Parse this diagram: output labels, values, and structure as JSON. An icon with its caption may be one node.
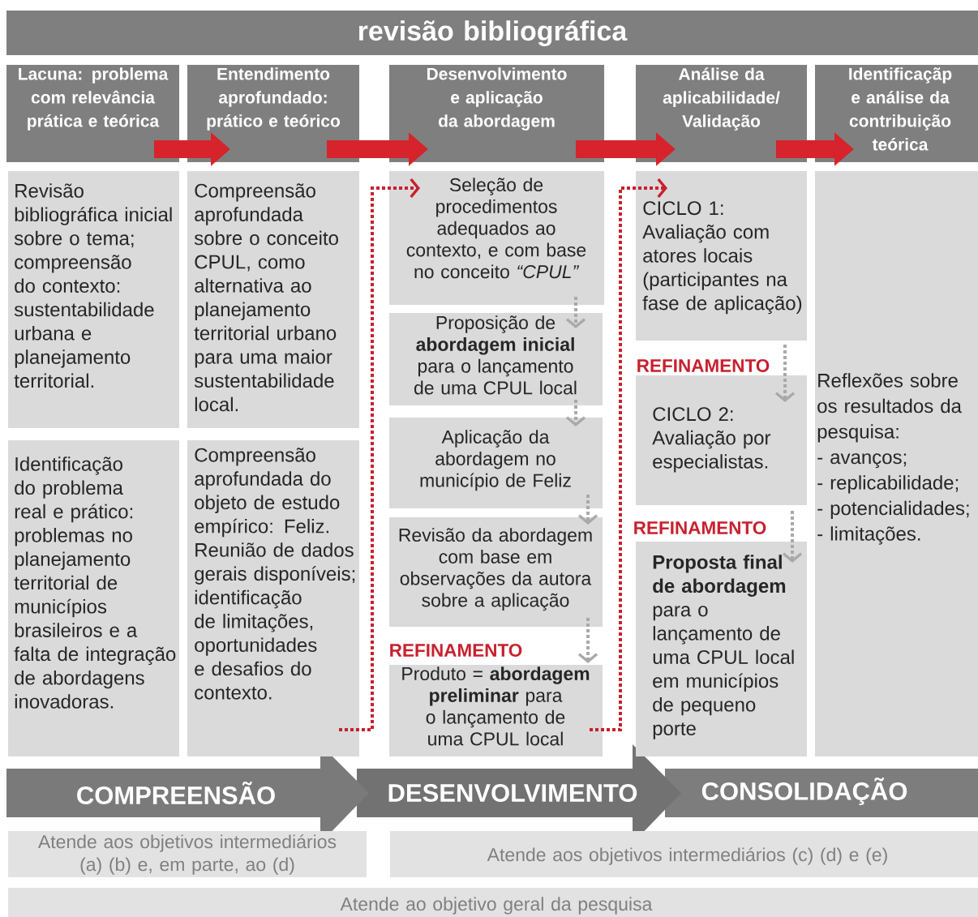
{
  "diagram": {
    "nodes": [
      {
        "text": [
          "revisão bibliográfica"
        ]
      },
      {
        "text": [
          "Lacuna: problema com relevância prática e teórica"
        ]
      },
      {
        "text": [
          "Entendimento aprofundado: prático e teórico"
        ]
      },
      {
        "text": [
          "Desenvolvimento e aplicação da abordagem"
        ]
      },
      {
        "text": [
          "Análise da aplicabilidade/ Validação"
        ]
      },
      {
        "text": [
          "Identificaçãp e análise da contribuição teórica"
        ]
      },
      {
        "text": [
          "Revisão bibliográfica inicial sobre o tema; compreensão do contexto: sustentabilidade urbana e planejamento territorial."
        ]
      },
      {
        "text": [
          "Identificação do problema real e prático: problemas no planejamento territorial de municípios brasileiros e a falta de integração de abordagens inovadoras."
        ]
      },
      {
        "text": [
          "Compreensão aprofundada sobre o conceito CPUL, como alternativa ao planejamento territorial urbano para uma maior sustentabilidade local."
        ]
      },
      {
        "text": [
          "Compreensão aprofundada do objeto de estudo empírico: Feliz.",
          "Reunião de dados gerais disponíveis; identificação de limitações, oportunidades e desafios do contexto."
        ]
      },
      {
        "text": [
          "Seleção de procedimentos adequados ao contexto, e com base no conceito *“CPUL”*"
        ]
      },
      {
        "text": [
          "Proposição de **abordagem inicial** para o lançamento de uma CPUL local"
        ]
      },
      {
        "text": [
          "Aplicação da abordagem no município de Feliz"
        ]
      },
      {
        "text": [
          "Revisão da abordagem com base em observações da autora sobre a aplicação"
        ]
      },
      {
        "text": [
          "Produto = **abordagem preliminar** para o lançamento de uma CPUL local"
        ]
      },
      {
        "text": [
          "CICLO 1:",
          "Avaliação com atores locais (participantes na fase de aplicação)"
        ]
      },
      {
        "text": [
          "CICLO 2:",
          "Avaliação por especialistas."
        ]
      },
      {
        "text": [
          "**Proposta final de abordagem** para o lançamento de uma CPUL local em municípios de pequeno porte"
        ]
      },
      {
        "text": [
          "Reflexões sobre os resultados da pesquisa:",
          "- avanços;",
          "- replicabilidade;",
          "- potencialidades;",
          "- limitações."
        ]
      },
      {
        "text": [
          "COMPREENSÃO"
        ]
      },
      {
        "text": [
          "DESENVOLVIMENTO"
        ]
      },
      {
        "text": [
          "CONSOLIDAÇÃO"
        ]
      },
      {
        "text": [
          "Atende aos objetivos intermediários (a) (b) e, em parte, ao (d)"
        ]
      },
      {
        "text": [
          "Atende aos objetivos intermediários (c) (d) e (e)"
        ]
      },
      {
        "text": [
          "Atende ao objetivo geral da pesquisa"
        ]
      }
    ],
    "edges": [
      {
        "from": 1,
        "to": 2,
        "arrow": "to",
        "style": "thick",
        "color": "#d7232b"
      },
      {
        "from": 2,
        "to": 3,
        "arrow": "to",
        "style": "thick",
        "color": "#d7232b"
      },
      {
        "from": 3,
        "to": 4,
        "arrow": "to",
        "style": "thick",
        "color": "#d7232b"
      },
      {
        "from": 4,
        "to": 5,
        "arrow": "to",
        "style": "thick",
        "color": "#d7232b"
      },
      {
        "from": 9,
        "to": 10,
        "arrow": "to",
        "style": "dashed",
        "color": "#c8202e"
      },
      {
        "from": 10,
        "to": 11,
        "arrow": "to",
        "style": "dashed"
      },
      {
        "from": 11,
        "to": 12,
        "arrow": "to",
        "style": "dashed"
      },
      {
        "from": 12,
        "to": 13,
        "arrow": "to",
        "style": "dashed"
      },
      {
        "from": 13,
        "to": 14,
        "arrow": "to",
        "style": "dashed"
      },
      {
        "from": 14,
        "to": 15,
        "arrow": "to",
        "style": "dashed",
        "color": "#c8202e"
      },
      {
        "from": 15,
        "to": 16,
        "arrow": "to",
        "style": "dashed"
      },
      {
        "from": 16,
        "to": 17,
        "arrow": "to",
        "style": "dashed"
      }
    ],
    "labels": [
      "REFINAMENTO",
      "REFINAMENTO",
      "REFINAMENTO"
    ]
  }
}
